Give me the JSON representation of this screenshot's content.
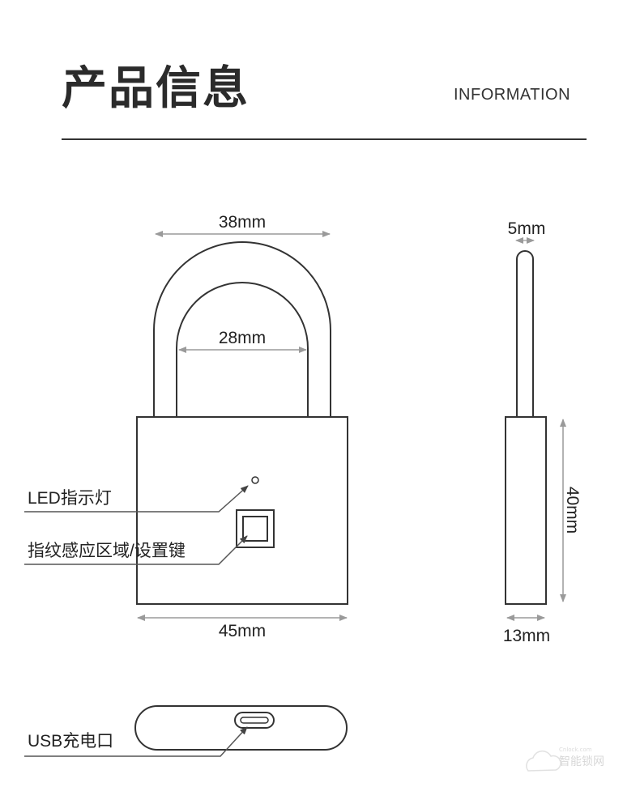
{
  "header": {
    "title": "产品信息",
    "subtitle": "INFORMATION"
  },
  "dimensions": {
    "shackle_outer_width": "38mm",
    "shackle_inner_width": "28mm",
    "body_width": "45mm",
    "shackle_thickness": "5mm",
    "body_height": "40mm",
    "body_depth": "13mm"
  },
  "callouts": {
    "led": "LED指示灯",
    "fingerprint": "指纹感应区域/设置键",
    "usb": "USB充电口"
  },
  "watermark": {
    "text": "智能锁网",
    "domain": "Cnlock.com"
  },
  "colors": {
    "outline": "#333333",
    "dimension_arrow": "#9a9a9a",
    "leader_line": "#555555"
  }
}
